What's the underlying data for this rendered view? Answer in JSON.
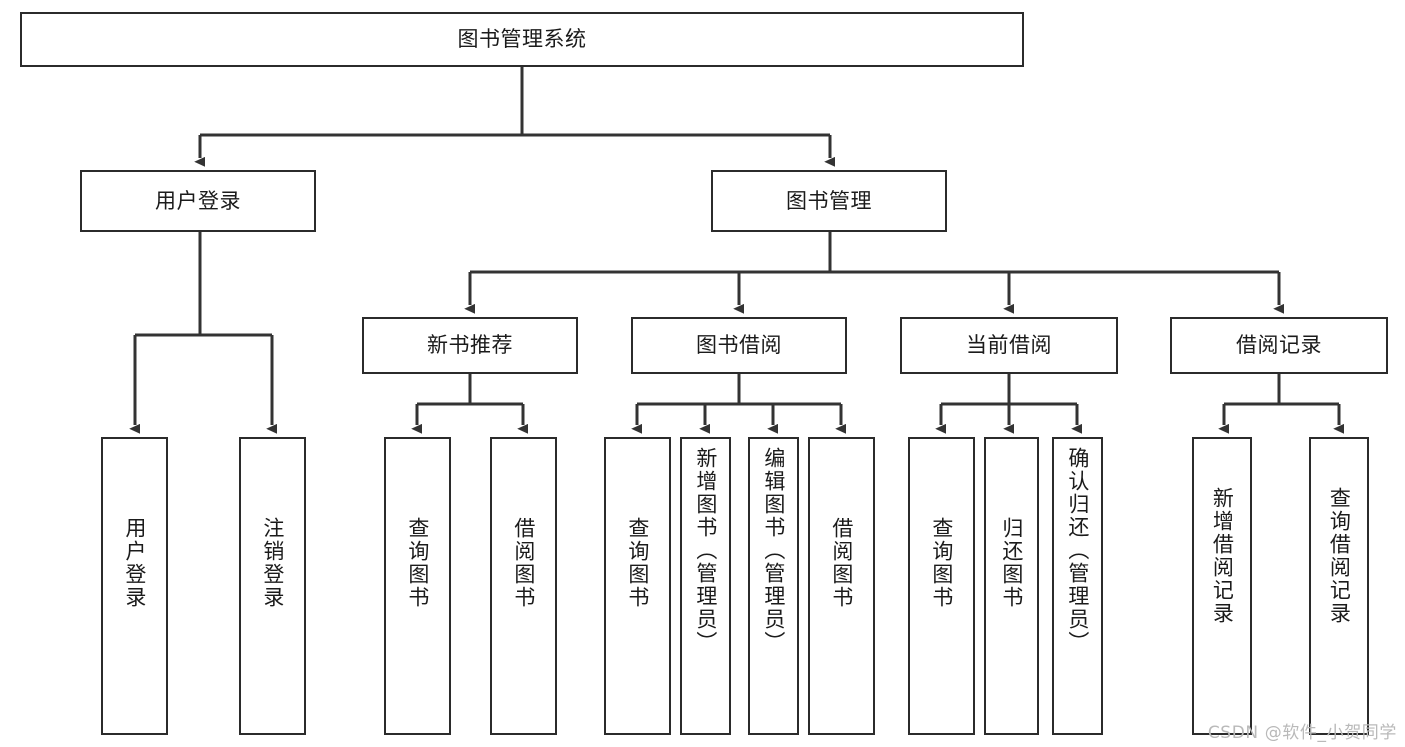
{
  "diagram": {
    "type": "tree-hierarchy",
    "title": "图书管理系统",
    "watermark": "CSDN @软件_小贺同学",
    "colors": {
      "box_border": "#2b2b2b",
      "box_fill": "#ffffff",
      "connector": "#333333",
      "text": "#1b1b1b",
      "watermark": "#b9b9b9",
      "background": "#ffffff"
    },
    "levels": {
      "root": [
        "图书管理系统"
      ],
      "level2": [
        "用户登录",
        "图书管理"
      ],
      "level3": [
        "新书推荐",
        "图书借阅",
        "当前借阅",
        "借阅记录"
      ],
      "leaves": [
        "用户登录",
        "注销登录",
        "查询图书",
        "借阅图书",
        "查询图书",
        "新增图书（管理员）",
        "编辑图书（管理员）",
        "借阅图书",
        "查询图书",
        "归还图书",
        "确认归还（管理员）",
        "新增借阅记录",
        "查询借阅记录"
      ]
    },
    "nodes": {
      "root": {
        "label": "图书管理系统"
      },
      "user_login": {
        "label": "用户登录"
      },
      "book_manage": {
        "label": "图书管理"
      },
      "new_book_rec": {
        "label": "新书推荐"
      },
      "book_borrow": {
        "label": "图书借阅"
      },
      "current_borrow": {
        "label": "当前借阅"
      },
      "borrow_record": {
        "label": "借阅记录"
      },
      "leaf_user_login": {
        "label": "用户登录"
      },
      "leaf_logout": {
        "label": "注销登录"
      },
      "leaf_query_book_a": {
        "label": "查询图书"
      },
      "leaf_borrow_book_a": {
        "label": "借阅图书"
      },
      "leaf_query_book_b": {
        "label": "查询图书"
      },
      "leaf_add_book": {
        "label": "新增图书（管理员）"
      },
      "leaf_edit_book": {
        "label": "编辑图书（管理员）"
      },
      "leaf_borrow_book_b": {
        "label": "借阅图书"
      },
      "leaf_query_book_c": {
        "label": "查询图书"
      },
      "leaf_return_book": {
        "label": "归还图书"
      },
      "leaf_confirm_return": {
        "label": "确认归还（管理员）"
      },
      "leaf_add_record": {
        "label": "新增借阅记录"
      },
      "leaf_query_record": {
        "label": "查询借阅记录"
      }
    },
    "edges": [
      {
        "from": "root",
        "to": "user_login"
      },
      {
        "from": "root",
        "to": "book_manage"
      },
      {
        "from": "user_login",
        "to": "leaf_user_login"
      },
      {
        "from": "user_login",
        "to": "leaf_logout"
      },
      {
        "from": "book_manage",
        "to": "new_book_rec"
      },
      {
        "from": "book_manage",
        "to": "book_borrow"
      },
      {
        "from": "book_manage",
        "to": "current_borrow"
      },
      {
        "from": "book_manage",
        "to": "borrow_record"
      },
      {
        "from": "new_book_rec",
        "to": "leaf_query_book_a"
      },
      {
        "from": "new_book_rec",
        "to": "leaf_borrow_book_a"
      },
      {
        "from": "book_borrow",
        "to": "leaf_query_book_b"
      },
      {
        "from": "book_borrow",
        "to": "leaf_add_book"
      },
      {
        "from": "book_borrow",
        "to": "leaf_edit_book"
      },
      {
        "from": "book_borrow",
        "to": "leaf_borrow_book_b"
      },
      {
        "from": "current_borrow",
        "to": "leaf_query_book_c"
      },
      {
        "from": "current_borrow",
        "to": "leaf_return_book"
      },
      {
        "from": "current_borrow",
        "to": "leaf_confirm_return"
      },
      {
        "from": "borrow_record",
        "to": "leaf_add_record"
      },
      {
        "from": "borrow_record",
        "to": "leaf_query_record"
      }
    ]
  }
}
